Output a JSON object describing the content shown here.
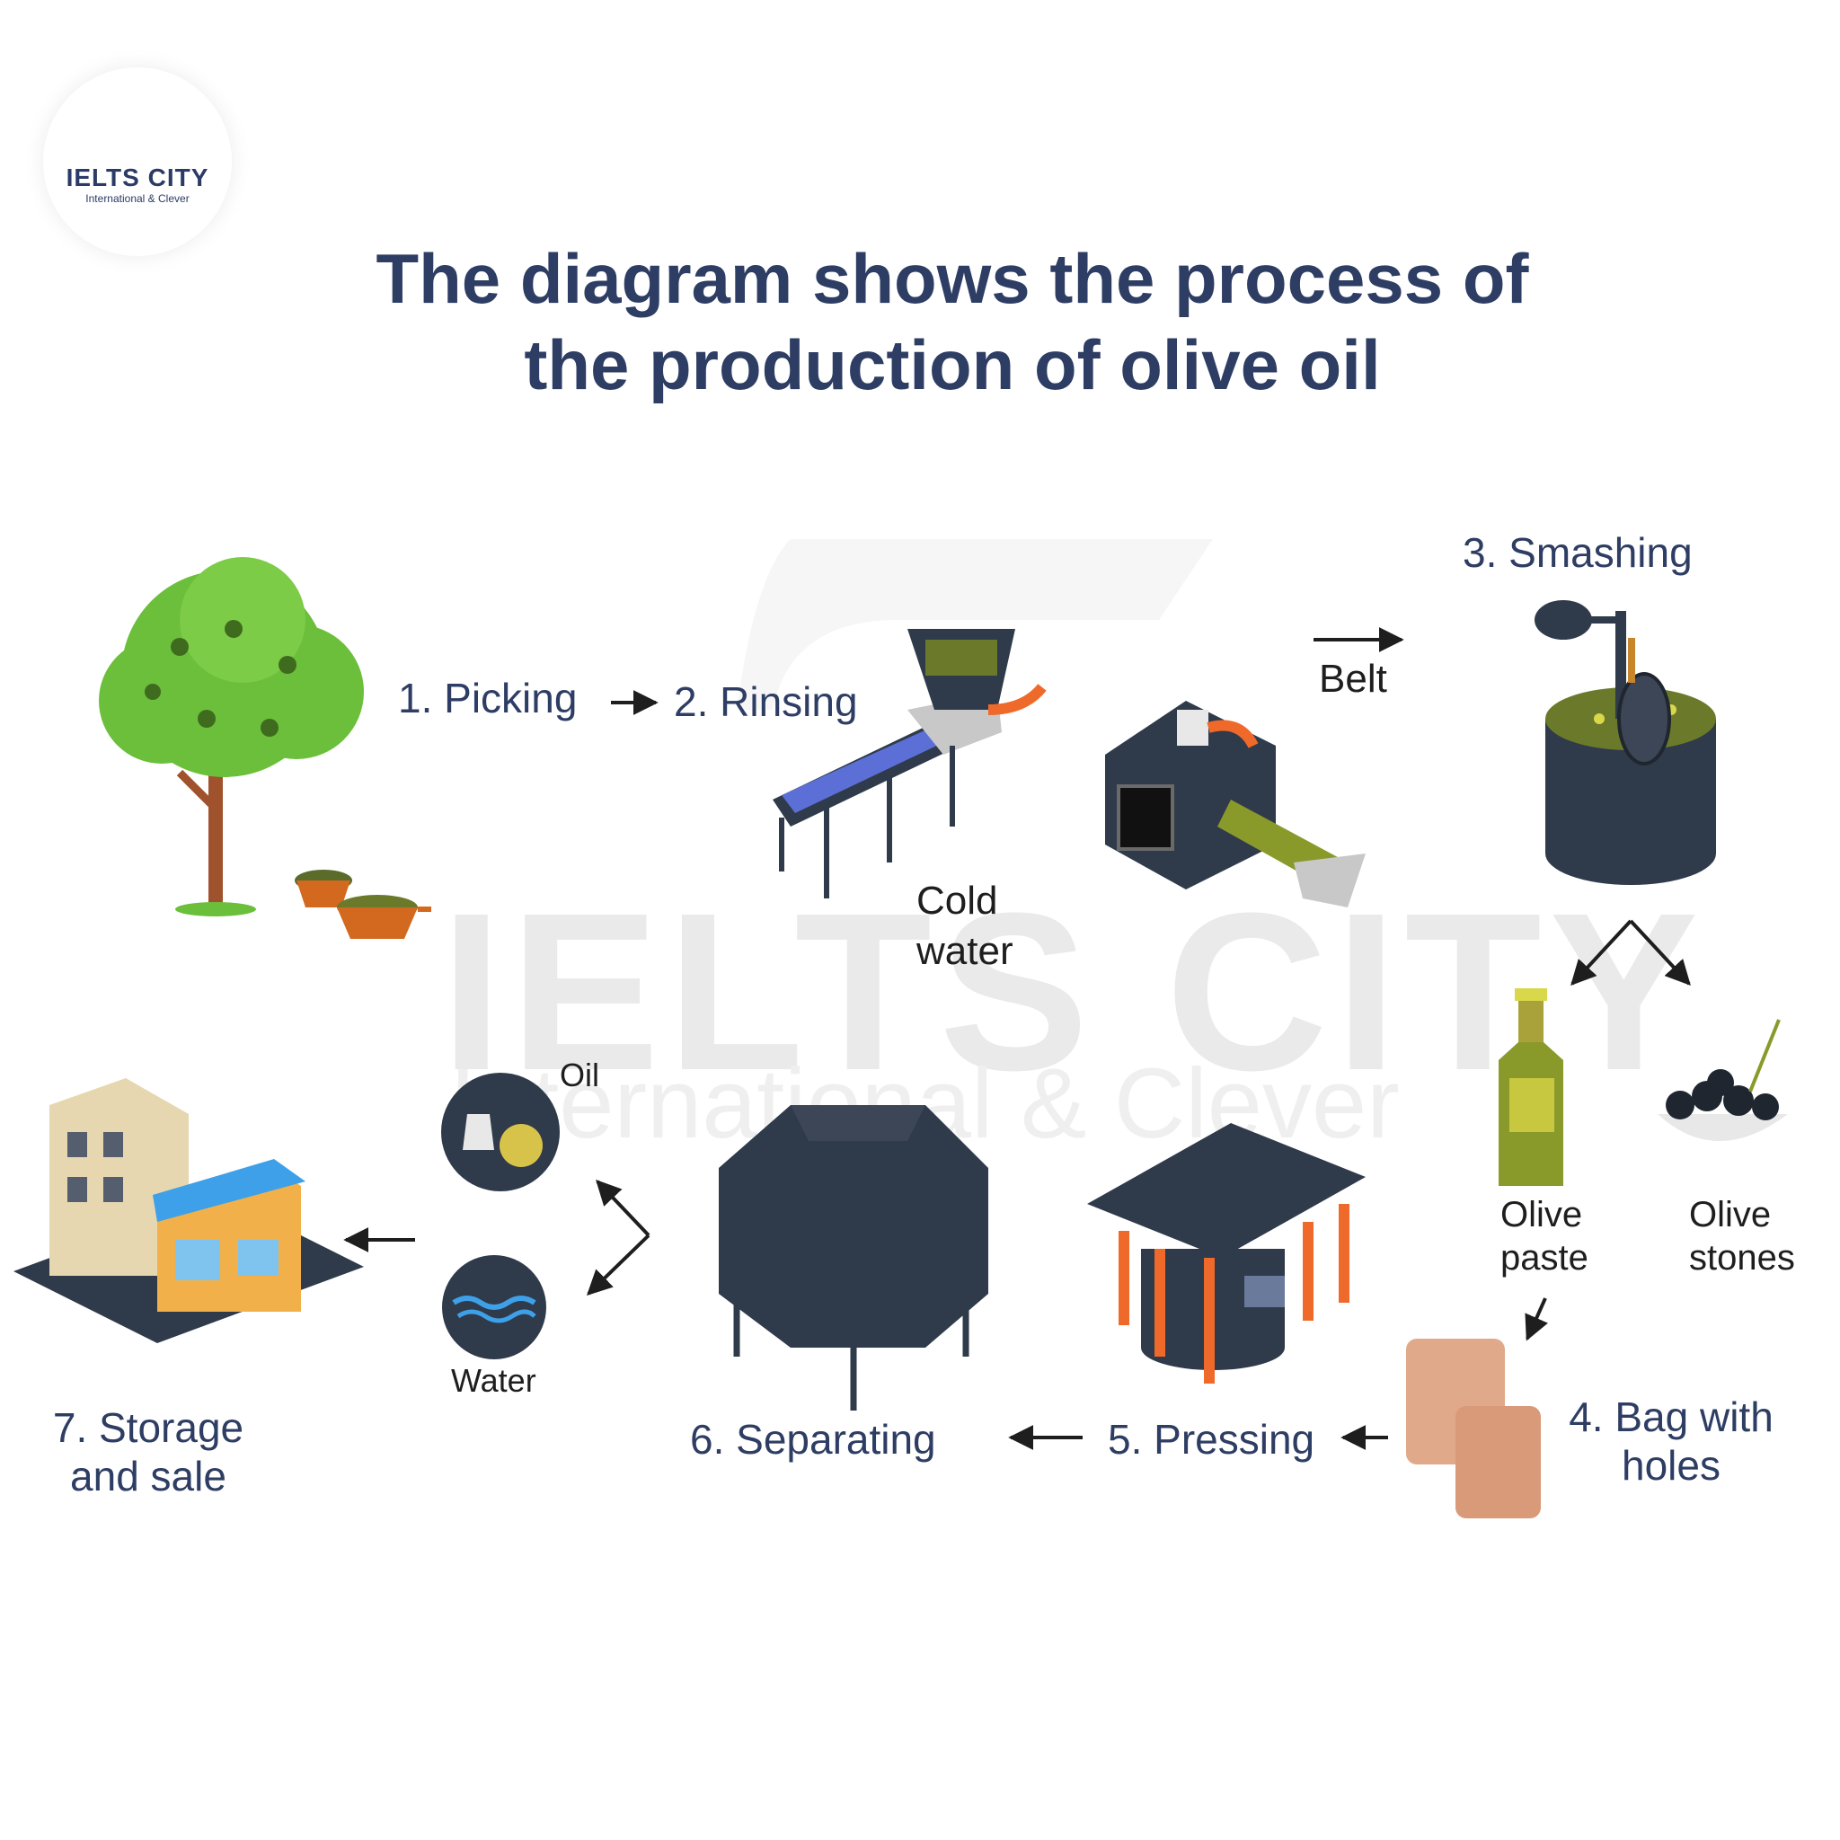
{
  "logo": {
    "name": "IELTS CITY",
    "tagline": "International & Clever"
  },
  "title": {
    "line1": "The diagram shows the process of",
    "line2": "the production of olive oil"
  },
  "watermark": {
    "main": "IELTS CITY",
    "sub": "International & Clever"
  },
  "steps": {
    "picking": "1. Picking",
    "rinsing": "2. Rinsing",
    "smashing": "3. Smashing",
    "bag_line1": "4. Bag with",
    "bag_line2": "holes",
    "pressing": "5. Pressing",
    "separating": "6. Separating",
    "storage_line1": "7. Storage",
    "storage_line2": "and sale"
  },
  "labels": {
    "cold_line1": "Cold",
    "cold_line2": "water",
    "belt": "Belt",
    "paste_line1": "Olive",
    "paste_line2": "paste",
    "stones_line1": "Olive",
    "stones_line2": "stones",
    "oil": "Oil",
    "water": "Water"
  },
  "colors": {
    "navy": "#2e3d63",
    "machine": "#2f3a4a",
    "olive_green": "#8a9a2a",
    "tree_green": "#6bbf3b",
    "orange": "#ef6a2a",
    "bag": "#e0a98a"
  }
}
